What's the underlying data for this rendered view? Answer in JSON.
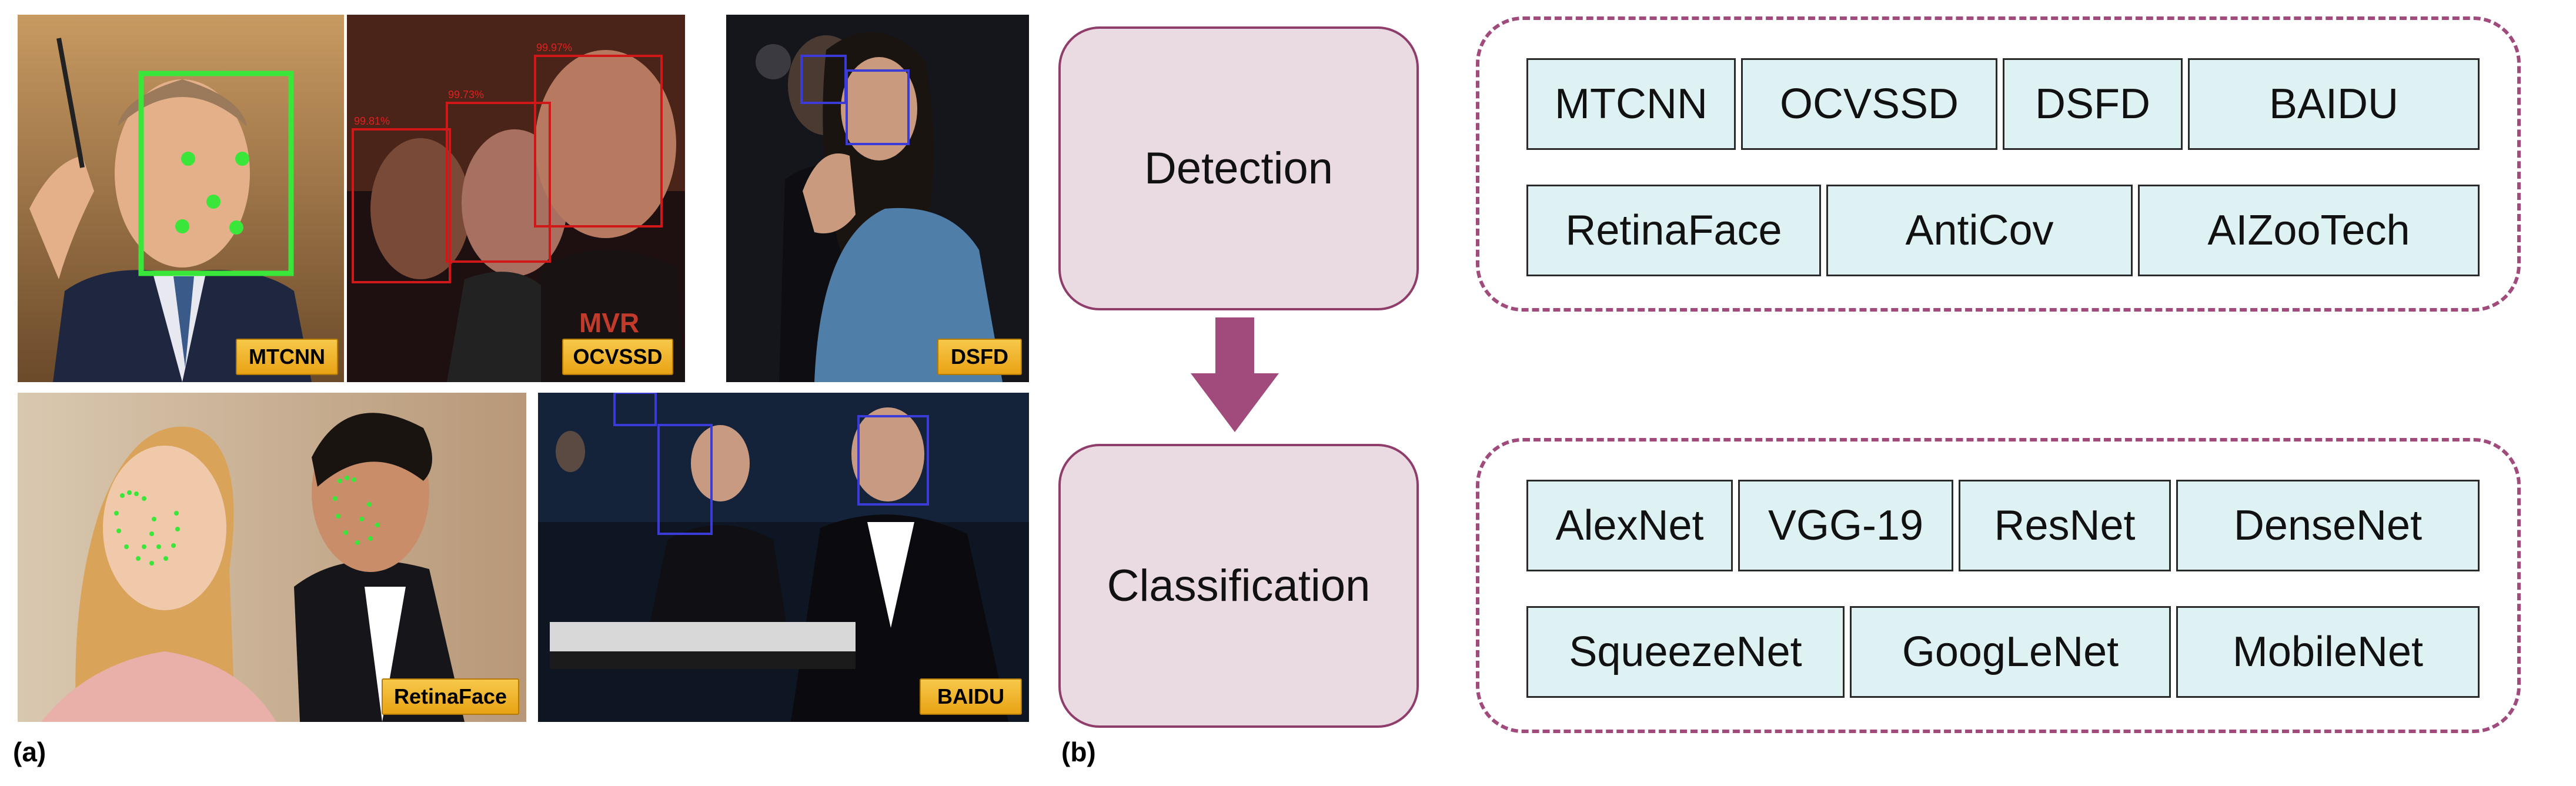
{
  "panel_a": {
    "label": "(a)",
    "photos": [
      {
        "id": "mtcnn",
        "tag": "MTCNN"
      },
      {
        "id": "ocvssd",
        "tag": "OCVSSD"
      },
      {
        "id": "dsfd",
        "tag": "DSFD"
      },
      {
        "id": "retinaface",
        "tag": "RetinaFace"
      },
      {
        "id": "baidu",
        "tag": "BAIDU"
      }
    ],
    "ocvssd_scores": [
      "99.81%",
      "99.73%",
      "99.97%"
    ]
  },
  "panel_b": {
    "label": "(b)",
    "stages": {
      "detection": "Detection",
      "classification": "Classification"
    },
    "detection_models": [
      "MTCNN",
      "OCVSSD",
      "DSFD",
      "BAIDU",
      "RetinaFace",
      "AntiCov",
      "AIZooTech"
    ],
    "classification_models": [
      "AlexNet",
      "VGG-19",
      "ResNet",
      "DenseNet",
      "SqueezeNet",
      "GoogLeNet",
      "MobileNet"
    ]
  },
  "colors": {
    "stage_fill": "#eadbe3",
    "stage_border": "#8f3d6a",
    "group_border": "#a04b7c",
    "chip_fill": "#dff2f3",
    "arrow": "#a04b7c",
    "tag_fill": "#f2b92b",
    "mtcnn_box": "#39e639",
    "ocvssd_box": "#d01818",
    "face_box_blue": "#3b3bd8"
  }
}
